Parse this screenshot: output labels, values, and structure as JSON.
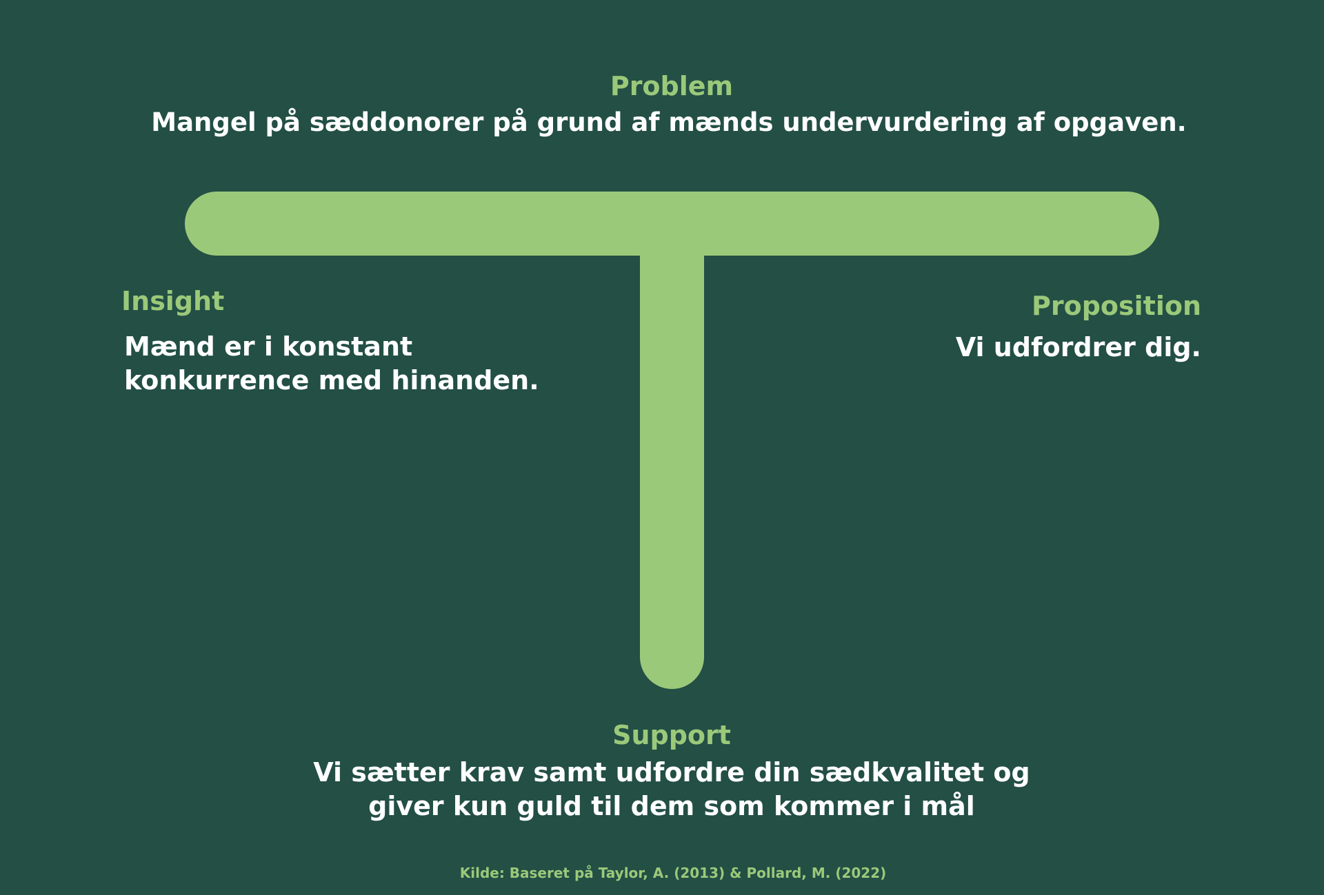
{
  "problem": {
    "label": "Problem",
    "text": "Mangel på sæddonorer på grund af mænds undervurdering af opgaven."
  },
  "insight": {
    "label": "Insight",
    "lines": [
      "Mænd er i konstant",
      "konkurrence med hinanden."
    ]
  },
  "proposition": {
    "label": "Proposition",
    "text": "Vi udfordrer dig."
  },
  "support": {
    "label": "Support",
    "lines": [
      "Vi sætter krav samt udfordre din sædkvalitet og",
      "giver kun guld til dem som kommer i mål"
    ]
  },
  "source": "Kilde: Baseret på Taylor, A. (2013) & Pollard, M. (2022)",
  "colors": {
    "background": "#234f45",
    "accent": "#9bc97a",
    "text": "#ffffff"
  }
}
